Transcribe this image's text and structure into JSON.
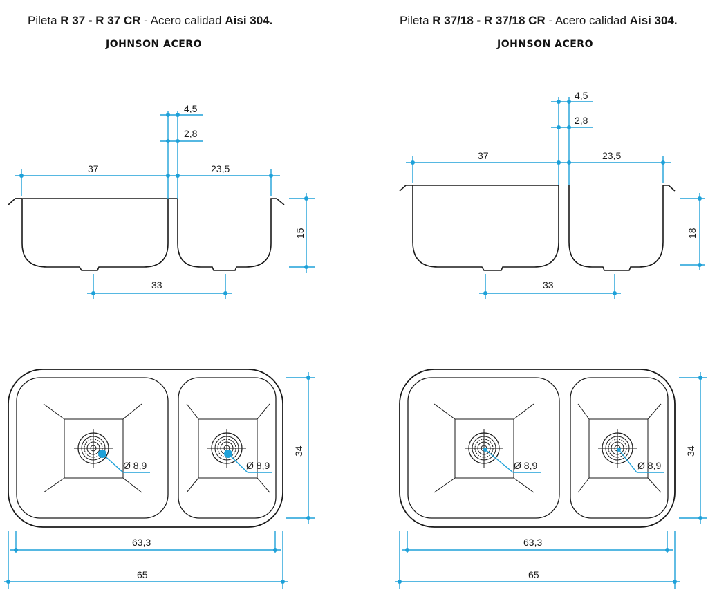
{
  "left": {
    "title_pre": "Pileta ",
    "title_model": "R 37 - R 37 CR",
    "title_mid": " - Acero calidad ",
    "title_steel": "Aisi 304.",
    "brand": "JOHNSON ACERO",
    "dims": {
      "top_gap": "4,5",
      "divider": "2,8",
      "big_bowl": "37",
      "small_bowl": "23,5",
      "depth": "15",
      "drain_spacing": "33",
      "drain_d1": "Ø 8,9",
      "drain_d2": "Ø 8,9",
      "height": "34",
      "inner_width": "63,3",
      "outer_width": "65"
    }
  },
  "right": {
    "title_pre": "Pileta ",
    "title_model": "R 37/18 - R 37/18 CR",
    "title_mid": " - Acero calidad ",
    "title_steel": "Aisi 304.",
    "brand": "JOHNSON ACERO",
    "dims": {
      "top_gap": "4,5",
      "divider": "2,8",
      "big_bowl": "37",
      "small_bowl": "23,5",
      "depth": "18",
      "drain_spacing": "33",
      "drain_d1": "Ø 8,9",
      "drain_d2": "Ø 8,9",
      "height": "34",
      "inner_width": "63,3",
      "outer_width": "65"
    }
  },
  "colors": {
    "dimension": "#1ea1d9",
    "outline": "#1a1a1a"
  }
}
